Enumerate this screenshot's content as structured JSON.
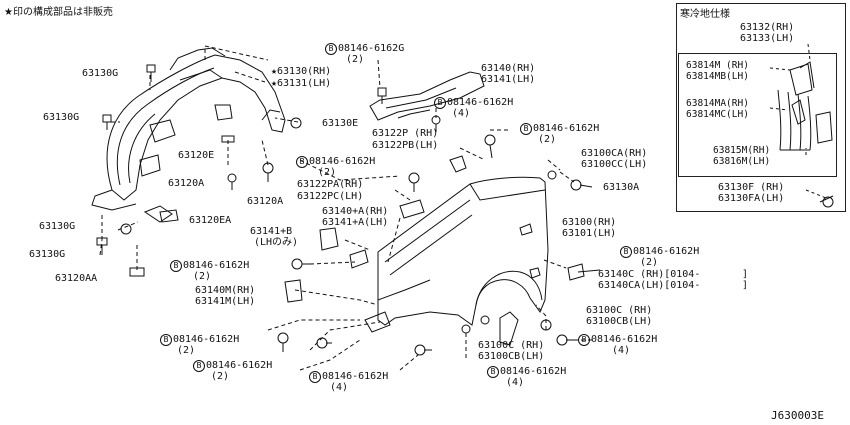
{
  "header_note": "★印の構成部品は非販売",
  "inset_title": "寒冷地仕様",
  "diagram_code": "J630003E",
  "callouts": [
    {
      "id": "c1",
      "text": "63130G"
    },
    {
      "id": "c2",
      "text": "63130G"
    },
    {
      "id": "c3",
      "text": "★63130(RH)"
    },
    {
      "id": "c4",
      "text": "★63131(LH)"
    },
    {
      "id": "c5",
      "text": "63130E"
    },
    {
      "id": "c6",
      "text": "63120E"
    },
    {
      "id": "c7",
      "text": "63120A"
    },
    {
      "id": "c8",
      "text": "63120A"
    },
    {
      "id": "c9",
      "text": "63120EA"
    },
    {
      "id": "c10",
      "text": "63130G"
    },
    {
      "id": "c11",
      "text": "63130G"
    },
    {
      "id": "c12",
      "text": "63120AA"
    },
    {
      "id": "c13",
      "text": "08146-6162G"
    },
    {
      "id": "c14",
      "text": "(2)"
    },
    {
      "id": "c15",
      "text": "63140(RH)"
    },
    {
      "id": "c16",
      "text": "63141(LH)"
    },
    {
      "id": "c17",
      "text": "08146-6162H"
    },
    {
      "id": "c18",
      "text": "(4)"
    },
    {
      "id": "c19",
      "text": "63122P (RH)"
    },
    {
      "id": "c20",
      "text": "63122PB(LH)"
    },
    {
      "id": "c21",
      "text": "08146-6162H"
    },
    {
      "id": "c22",
      "text": "(2)"
    },
    {
      "id": "c23",
      "text": "08146-6162H"
    },
    {
      "id": "c24",
      "text": "(2)"
    },
    {
      "id": "c25",
      "text": "63100CA(RH)"
    },
    {
      "id": "c26",
      "text": "63100CC(LH)"
    },
    {
      "id": "c27",
      "text": "63122PA(RH)"
    },
    {
      "id": "c28",
      "text": "63122PC(LH)"
    },
    {
      "id": "c29",
      "text": "63130A"
    },
    {
      "id": "c30",
      "text": "63140+A(RH)"
    },
    {
      "id": "c31",
      "text": "63141+A(LH)"
    },
    {
      "id": "c32",
      "text": "63100(RH)"
    },
    {
      "id": "c33",
      "text": "63101(LH)"
    },
    {
      "id": "c34",
      "text": "63141+B"
    },
    {
      "id": "c35",
      "text": "(LHのみ)"
    },
    {
      "id": "c36",
      "text": "08146-6162H"
    },
    {
      "id": "c37",
      "text": "(2)"
    },
    {
      "id": "c38",
      "text": "08146-6162H"
    },
    {
      "id": "c39",
      "text": "(2)"
    },
    {
      "id": "c40",
      "text": "63140C (RH)[0104-"
    },
    {
      "id": "c41",
      "text": "]"
    },
    {
      "id": "c42",
      "text": "63140CA(LH)[0104-"
    },
    {
      "id": "c43",
      "text": "]"
    },
    {
      "id": "c44",
      "text": "63140M(RH)"
    },
    {
      "id": "c45",
      "text": "63141M(LH)"
    },
    {
      "id": "c46",
      "text": "63100C (RH)"
    },
    {
      "id": "c47",
      "text": "63100CB(LH)"
    },
    {
      "id": "c48",
      "text": "08146-6162H"
    },
    {
      "id": "c49",
      "text": "(2)"
    },
    {
      "id": "c50",
      "text": "08146-6162H"
    },
    {
      "id": "c51",
      "text": "(4)"
    },
    {
      "id": "c52",
      "text": "08146-6162H"
    },
    {
      "id": "c53",
      "text": "(2)"
    },
    {
      "id": "c54",
      "text": "63100C (RH)"
    },
    {
      "id": "c55",
      "text": "63100CB(LH)"
    },
    {
      "id": "c56",
      "text": "08146-6162H"
    },
    {
      "id": "c57",
      "text": "(4)"
    },
    {
      "id": "c58",
      "text": "08146-6162H"
    },
    {
      "id": "c59",
      "text": "(4)"
    },
    {
      "id": "c60",
      "text": "63132(RH)"
    },
    {
      "id": "c61",
      "text": "63133(LH)"
    },
    {
      "id": "c62",
      "text": "63814M (RH)"
    },
    {
      "id": "c63",
      "text": "63814MB(LH)"
    },
    {
      "id": "c64",
      "text": "63814MA(RH)"
    },
    {
      "id": "c65",
      "text": "63814MC(LH)"
    },
    {
      "id": "c66",
      "text": "63815M(RH)"
    },
    {
      "id": "c67",
      "text": "63816M(LH)"
    },
    {
      "id": "c68",
      "text": "63130F (RH)"
    },
    {
      "id": "c69",
      "text": "63130FA(LH)"
    }
  ]
}
